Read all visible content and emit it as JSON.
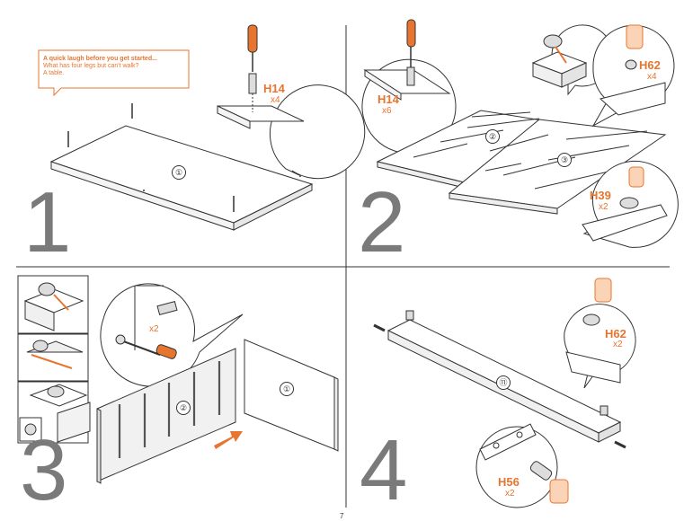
{
  "note": {
    "line1": "A quick laugh before you get started...",
    "line2": "What has four legs but can't walk?",
    "line3": "A table."
  },
  "steps": [
    {
      "number": "1",
      "panel_id": "①",
      "hardware": [
        {
          "code": "H14",
          "qty": "x4"
        }
      ]
    },
    {
      "number": "2",
      "panel_ids": [
        "②",
        "③"
      ],
      "hardware": [
        {
          "code": "H14",
          "qty": "x6"
        },
        {
          "code": "H62",
          "qty": "x4"
        },
        {
          "code": "H39",
          "qty": "x2"
        }
      ]
    },
    {
      "number": "3",
      "panel_ids": [
        "②",
        "①"
      ],
      "hardware": [
        {
          "code": "",
          "qty": "x2"
        }
      ]
    },
    {
      "number": "4",
      "panel_id": "⑪",
      "hardware": [
        {
          "code": "H62",
          "qty": "x2"
        },
        {
          "code": "H56",
          "qty": "x2"
        }
      ]
    }
  ],
  "page_number": "7",
  "colors": {
    "accent": "#e8752f",
    "line": "#333333",
    "panel": "#f4f4f4",
    "step_number": "#7a7a7a"
  }
}
